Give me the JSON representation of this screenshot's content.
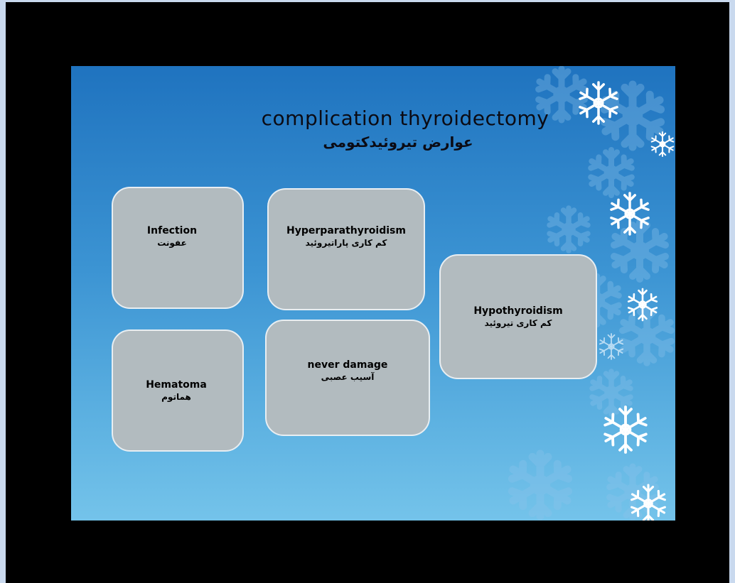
{
  "slide": {
    "title_en": "complication  thyroidectomy",
    "title_fa": "عوارض تیروئیدکتومی"
  },
  "cards": {
    "infection": {
      "en": "Infection",
      "fa": "عفونت"
    },
    "hyperparathyroidism": {
      "en": "Hyperparathyroidism",
      "fa": "کم کاری  پاراتیروئید"
    },
    "hematoma": {
      "en": "Hematoma",
      "fa": "هماتوم"
    },
    "nerve_damage": {
      "en": "never damage",
      "fa": "آسیب  عصبی"
    },
    "hypothyroidism": {
      "en": "Hypothyroidism",
      "fa": "کم کاری تیروئید"
    }
  },
  "colors": {
    "card_fill": "#b2bbbf",
    "card_border": "#e8eef2",
    "slide_top": "#1f73bf",
    "slide_bottom": "#74c3ea",
    "frame": "#c9d9ee"
  },
  "decor": {
    "background_motif": "snowflake-icon"
  }
}
